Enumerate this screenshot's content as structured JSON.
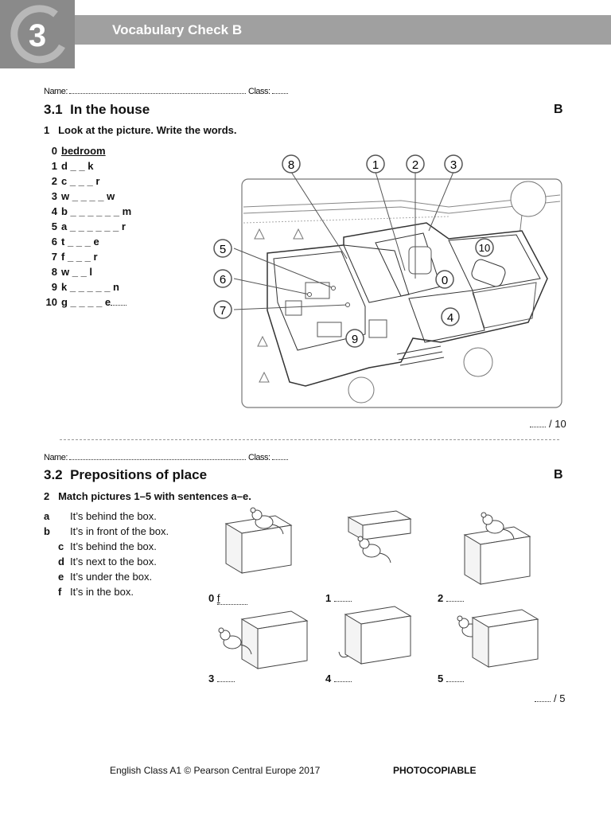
{
  "header": {
    "unit_number": "3",
    "title": "Vocabulary Check B"
  },
  "name_label": "Name:",
  "class_label": "Class:",
  "section1": {
    "number": "3.1",
    "title": "In the house",
    "version": "B",
    "instruction_number": "1",
    "instruction": "Look at the picture. Write the words.",
    "words": [
      {
        "n": "0",
        "text": "bedroom"
      },
      {
        "n": "1",
        "text": "d _ _ k"
      },
      {
        "n": "2",
        "text": "c _ _ _ r"
      },
      {
        "n": "3",
        "text": "w _ _ _ _ w"
      },
      {
        "n": "4",
        "text": "b _ _ _ _ _ _ m"
      },
      {
        "n": "5",
        "text": "a _ _ _ _ _ _ r"
      },
      {
        "n": "6",
        "text": "t _ _ _ e"
      },
      {
        "n": "7",
        "text": "f _ _ _ r"
      },
      {
        "n": "8",
        "text": "w _ _ l"
      },
      {
        "n": "9",
        "text": "k _ _ _ _ _ n"
      },
      {
        "n": "10",
        "text": "g _ _ _ _ e"
      }
    ],
    "callouts": [
      "8",
      "1",
      "2",
      "3",
      "5",
      "6",
      "7",
      "10",
      "0",
      "4",
      "9"
    ],
    "score": "/ 10"
  },
  "section2": {
    "number": "3.2",
    "title": "Prepositions of place",
    "version": "B",
    "instruction_number": "2",
    "instruction": "Match pictures 1–5 with sentences a–e.",
    "sentences": [
      {
        "k": "a",
        "text": "It’s behind the box."
      },
      {
        "k": "b",
        "text": "It’s in front of the box."
      },
      {
        "k": "c",
        "text": "It’s behind the box."
      },
      {
        "k": "d",
        "text": "It’s next to the box."
      },
      {
        "k": "e",
        "text": "It’s under the box."
      },
      {
        "k": "f",
        "text": "It’s in the box."
      }
    ],
    "picture_labels": [
      "0",
      "1",
      "2",
      "3",
      "4",
      "5"
    ],
    "example_answer": "f",
    "score": "/ 5"
  },
  "footer": {
    "copyright": "English Class A1 © Pearson Central Europe 2017",
    "photocopiable": "PHOTOCOPIABLE"
  }
}
